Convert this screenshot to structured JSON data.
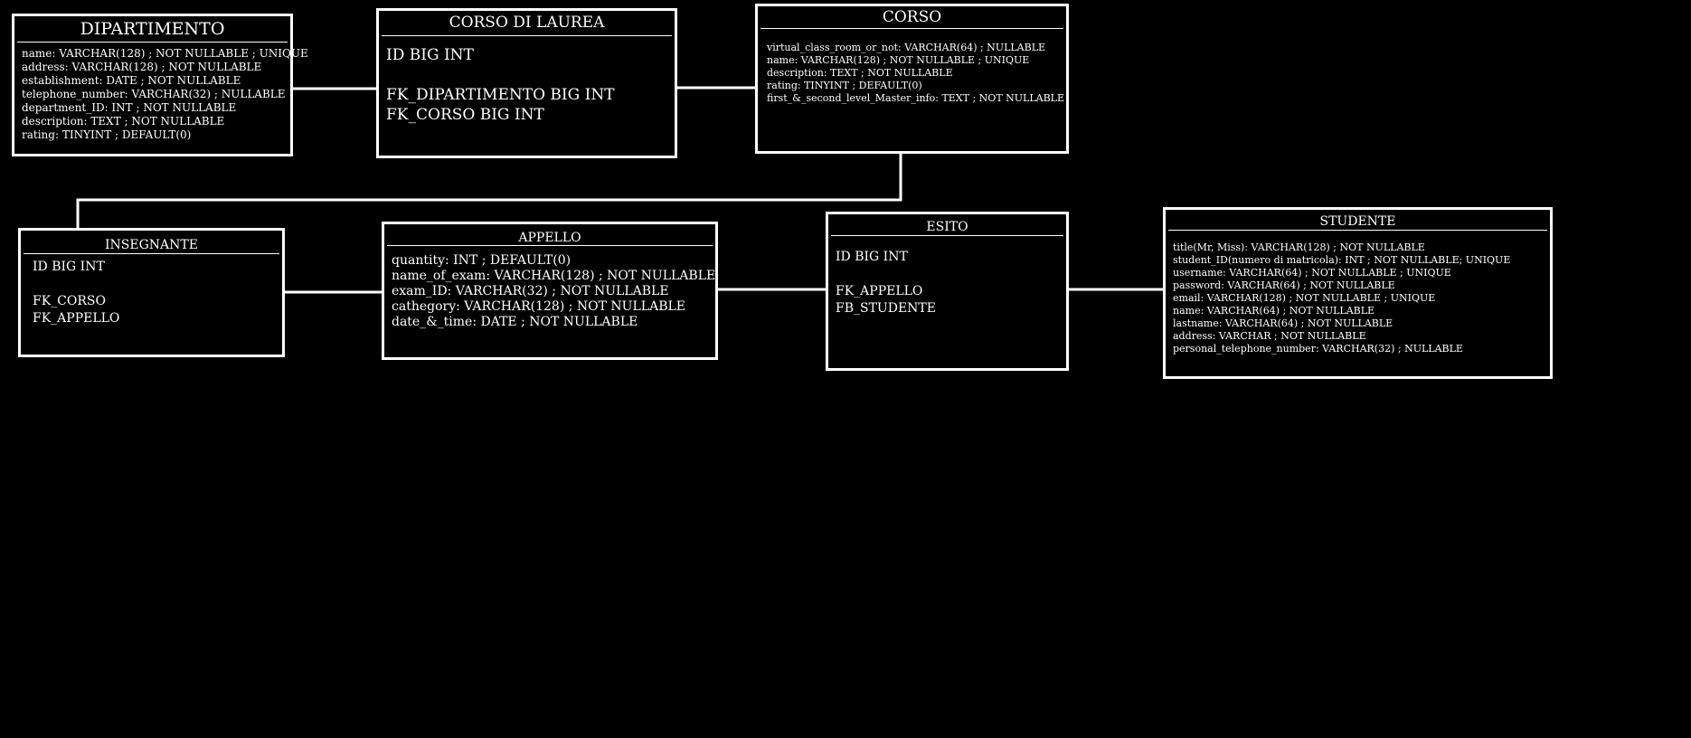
{
  "entities": {
    "dipartimento": {
      "title": "DIPARTIMENTO",
      "attributes": [
        "name: VARCHAR(128) ; NOT NULLABLE ; UNIQUE",
        "address: VARCHAR(128) ; NOT NULLABLE",
        "establishment: DATE ; NOT NULLABLE",
        "telephone_number: VARCHAR(32) ; NULLABLE",
        "department_ID: INT ; NOT NULLABLE",
        "description: TEXT ; NOT NULLABLE",
        "rating: TINYINT ; DEFAULT(0)"
      ]
    },
    "corso_di_laurea": {
      "title": "CORSO DI LAUREA",
      "attributes": [
        "ID BIG INT",
        "",
        "FK_DIPARTIMENTO BIG INT",
        "FK_CORSO BIG INT"
      ]
    },
    "corso": {
      "title": "CORSO",
      "attributes": [
        "virtual_class_room_or_not: VARCHAR(64) ; NULLABLE",
        "name: VARCHAR(128) ; NOT NULLABLE ; UNIQUE",
        "description: TEXT ; NOT NULLABLE",
        "rating: TINYINT ; DEFAULT(0)",
        "first_&_second_level_Master_info: TEXT ; NOT NULLABLE"
      ]
    },
    "insegnante": {
      "title": "INSEGNANTE",
      "attributes": [
        "ID BIG INT",
        "",
        "FK_CORSO",
        "FK_APPELLO"
      ]
    },
    "appello": {
      "title": "APPELLO",
      "attributes": [
        "quantity: INT ; DEFAULT(0)",
        "name_of_exam: VARCHAR(128) ; NOT NULLABLE",
        "exam_ID: VARCHAR(32) ; NOT NULLABLE",
        "cathegory: VARCHAR(128) ; NOT NULLABLE",
        "date_&_time: DATE ; NOT NULLABLE"
      ]
    },
    "esito": {
      "title": "ESITO",
      "attributes": [
        "ID BIG INT",
        "",
        "FK_APPELLO",
        "FB_STUDENTE"
      ]
    },
    "studente": {
      "title": "STUDENTE",
      "attributes": [
        "title(Mr, Miss): VARCHAR(128) ; NOT NULLABLE",
        "student_ID(numero di matricola): INT ; NOT NULLABLE; UNIQUE",
        "username: VARCHAR(64) ; NOT NULLABLE ; UNIQUE",
        "password: VARCHAR(64) ; NOT NULLABLE",
        "email: VARCHAR(128) ; NOT NULLABLE ; UNIQUE",
        "name: VARCHAR(64) ; NOT NULLABLE",
        "lastname: VARCHAR(64) ; NOT NULLABLE",
        "address: VARCHAR ; NOT NULLABLE",
        "personal_telephone_number: VARCHAR(32) ; NULLABLE"
      ]
    }
  },
  "colors": {
    "background": "#000000",
    "foreground": "#ffffff"
  }
}
